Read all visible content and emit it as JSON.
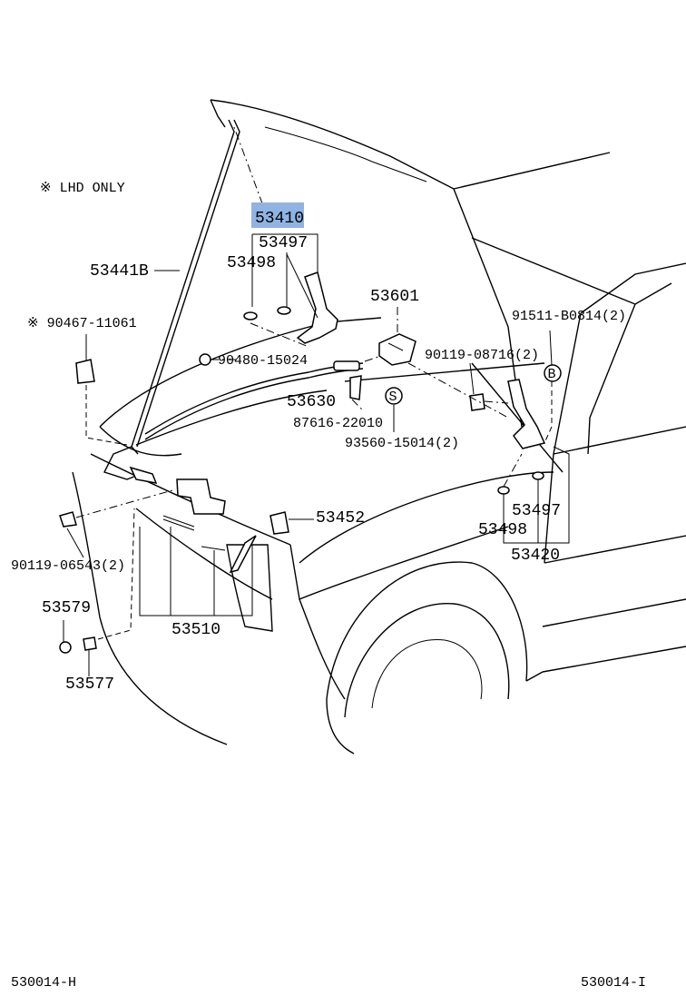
{
  "diagram": {
    "note": "※ LHD ONLY",
    "highlight_color": "#8fb4e3",
    "labels": {
      "p53410": "53410",
      "p53497_top": "53497",
      "p53498_top": "53498",
      "p53441B": "53441B",
      "p90467": "※ 90467-11061",
      "p53601": "53601",
      "p91511": "91511-B0814(2)",
      "p90480": "90480-15024",
      "p90119_08716": "90119-08716(2)",
      "p53630": "53630",
      "p87616": "87616-22010",
      "p93560": "93560-15014(2)",
      "p53452": "53452",
      "p53497_bot": "53497",
      "p53498_bot": "53498",
      "p53420": "53420",
      "p90119_06543": "90119-06543(2)",
      "p53579": "53579",
      "p53510": "53510",
      "p53577": "53577"
    },
    "callouts": {
      "s": "S",
      "b": "B"
    },
    "footer": {
      "left": "530014-H",
      "right": "530014-I"
    }
  }
}
